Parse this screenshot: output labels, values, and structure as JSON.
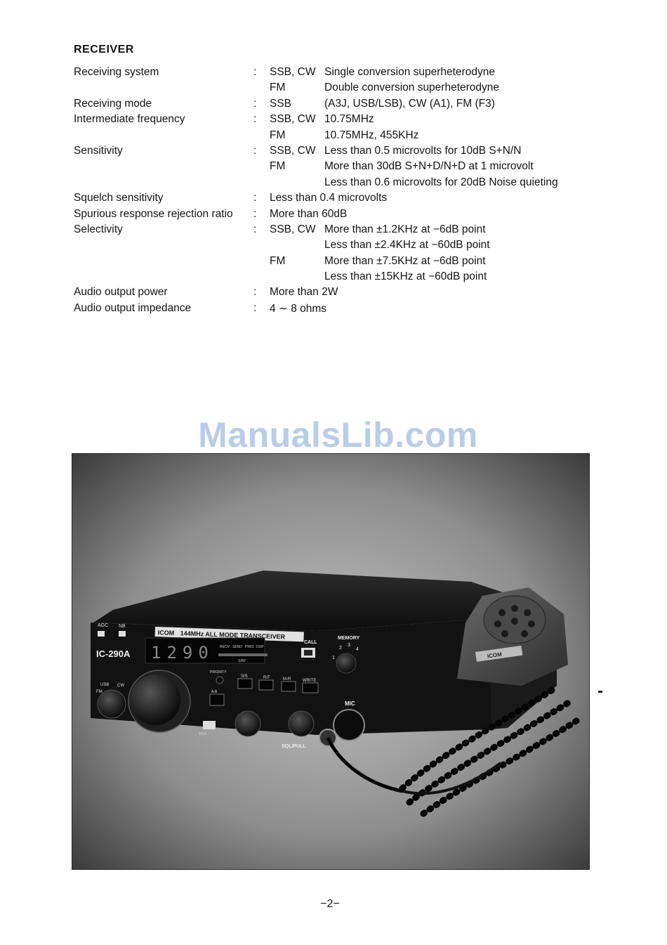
{
  "section": {
    "heading": "RECEIVER"
  },
  "specs": [
    {
      "label": "Receiving system",
      "colon": ":",
      "mode": "SSB, CW",
      "value": "Single conversion superheterodyne"
    },
    {
      "label": "",
      "colon": "",
      "mode": "FM",
      "value": "Double conversion superheterodyne"
    },
    {
      "label": "Receiving mode",
      "colon": ":",
      "mode": "SSB",
      "value": " (A3J, USB/LSB), CW (A1), FM (F3)"
    },
    {
      "label": "Intermediate frequency",
      "colon": ":",
      "mode": "SSB, CW",
      "value": "10.75MHz"
    },
    {
      "label": "",
      "colon": "",
      "mode": "FM",
      "value": "10.75MHz, 455KHz"
    },
    {
      "label": "Sensitivity",
      "colon": ":",
      "mode": "SSB, CW",
      "value": "Less than 0.5 microvolts for 10dB S+N/N"
    },
    {
      "label": "",
      "colon": "",
      "mode": "FM",
      "value": "More than 30dB S+N+D/N+D at 1 microvolt"
    },
    {
      "label": "",
      "colon": "",
      "mode": "",
      "value": "Less than 0.6 microvolts for 20dB Noise quieting"
    },
    {
      "label": "Squelch sensitivity",
      "colon": ":",
      "mode": "",
      "value": "Less than 0.4 microvolts",
      "wide": true
    },
    {
      "label": "Spurious response rejection ratio",
      "colon": ":",
      "mode": "",
      "value": "More than 60dB",
      "wide": true
    },
    {
      "label": "Selectivity",
      "colon": ":",
      "mode": "SSB, CW",
      "value": "More than ±1.2KHz at −6dB point"
    },
    {
      "label": "",
      "colon": "",
      "mode": "",
      "value": "Less than ±2.4KHz at −60dB point"
    },
    {
      "label": "",
      "colon": "",
      "mode": "FM",
      "value": "More than ±7.5KHz at −6dB point"
    },
    {
      "label": "",
      "colon": "",
      "mode": "",
      "value": "Less than ±15KHz at −60dB point"
    },
    {
      "label": "Audio output power",
      "colon": ":",
      "mode": "",
      "value": "More than 2W",
      "wide": true
    },
    {
      "label": "Audio output impedance",
      "colon": ":",
      "mode": "",
      "value": "4 ∼ 8 ohms",
      "wide": true
    }
  ],
  "watermark": "ManualsLib.com",
  "photo": {
    "brand": "ICOM",
    "banner": "144MHz ALL MODE TRANSCEIVER",
    "model": "IC-290A",
    "memory_label": "MEMORY",
    "call_label": "CALL",
    "mic_label": "MIC",
    "rit_label": "RIT",
    "sql_label": "SQL/PULL",
    "priority_label": "PRIORITY",
    "agc_label": "AGC",
    "nb_label": "NB",
    "usb_label": "USB",
    "cw_label": "CW",
    "fm_label": "FM",
    "ss_label": "S/S",
    "mr_label": "M-R",
    "write_label": "WRITE",
    "recv_label": "RECV",
    "send_label": "SEND",
    "prio_label": "PRIO",
    "dup_label": "DUP",
    "srf_label": "S/RF",
    "freq_readout": "1290",
    "step_label": "1kHz",
    "ab_label": "A-B",
    "mic_brand": "ICOM",
    "memory_digits": [
      "1",
      "2",
      "3",
      "4"
    ]
  },
  "page_number": "−2−"
}
